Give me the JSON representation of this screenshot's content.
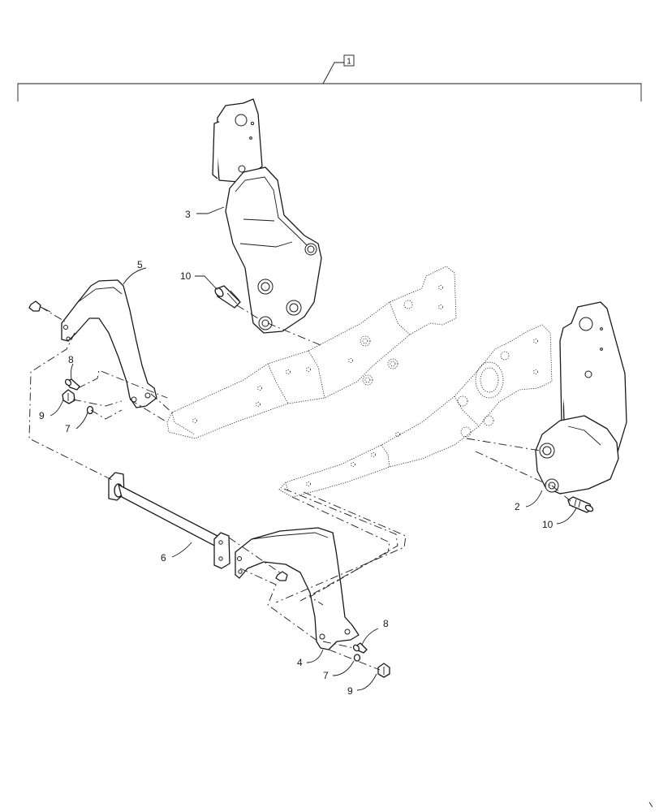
{
  "assembly_ref": "1",
  "callouts": [
    {
      "id": "c2",
      "label": "2"
    },
    {
      "id": "c3",
      "label": "3"
    },
    {
      "id": "c4",
      "label": "4"
    },
    {
      "id": "c5",
      "label": "5"
    },
    {
      "id": "c6",
      "label": "6"
    },
    {
      "id": "c7a",
      "label": "7"
    },
    {
      "id": "c7b",
      "label": "7"
    },
    {
      "id": "c8a",
      "label": "8"
    },
    {
      "id": "c8b",
      "label": "8"
    },
    {
      "id": "c9a",
      "label": "9"
    },
    {
      "id": "c9b",
      "label": "9"
    },
    {
      "id": "c10a",
      "label": "10"
    },
    {
      "id": "c10b",
      "label": "10"
    }
  ]
}
